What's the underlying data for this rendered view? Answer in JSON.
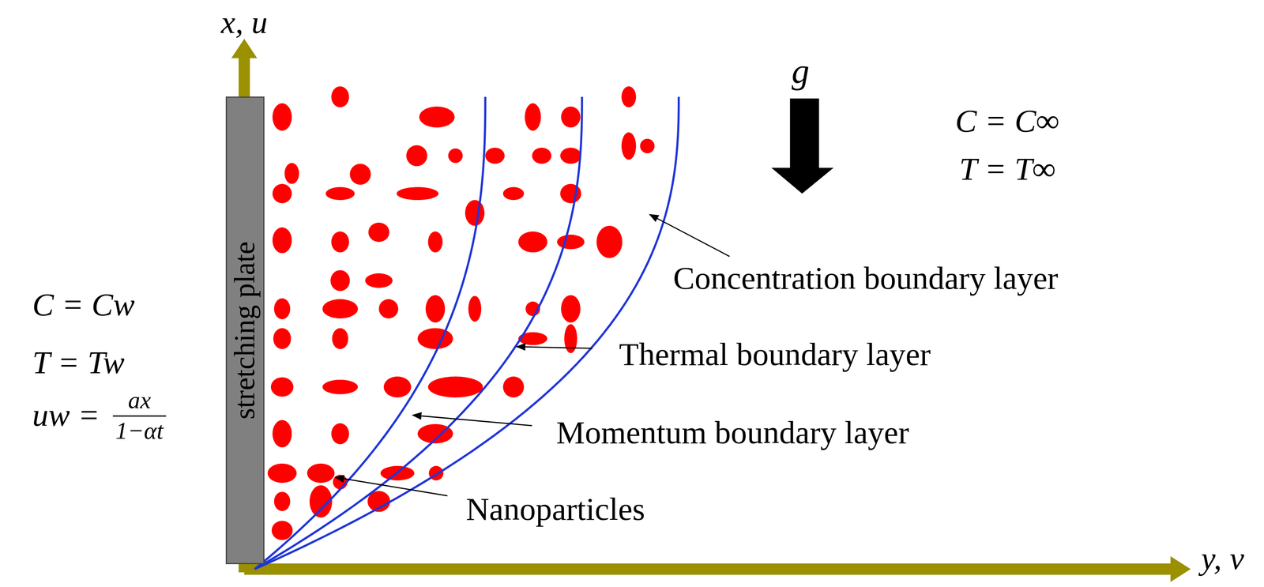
{
  "diagram": {
    "nodes": [
      {
        "text": [
          "stretching plate"
        ]
      }
    ],
    "labels": [
      "x, u",
      "y, v",
      "g",
      "C = C∞",
      "T = T∞",
      "Concentration boundary layer",
      "Thermal boundary layer",
      "Momentum boundary layer",
      "Nanoparticles",
      "C = Cw",
      "T = Tw",
      "uw =",
      "ax",
      "1−αt"
    ]
  }
}
